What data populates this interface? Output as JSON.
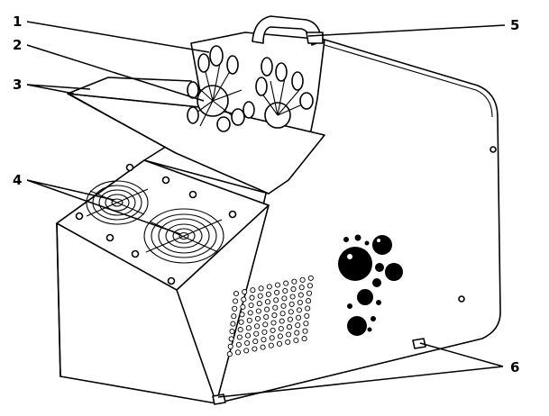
{
  "figure": {
    "callouts": [
      {
        "number": "1",
        "part": "bubble-wand-wheel"
      },
      {
        "number": "2",
        "part": "wand-wheel-hub"
      },
      {
        "number": "3",
        "part": "fluid-tray"
      },
      {
        "number": "4",
        "part": "fans"
      },
      {
        "number": "5",
        "part": "carry-handle"
      },
      {
        "number": "6",
        "part": "feet"
      }
    ],
    "colors": {
      "ink": "#000000",
      "paper": "#ffffff"
    }
  }
}
